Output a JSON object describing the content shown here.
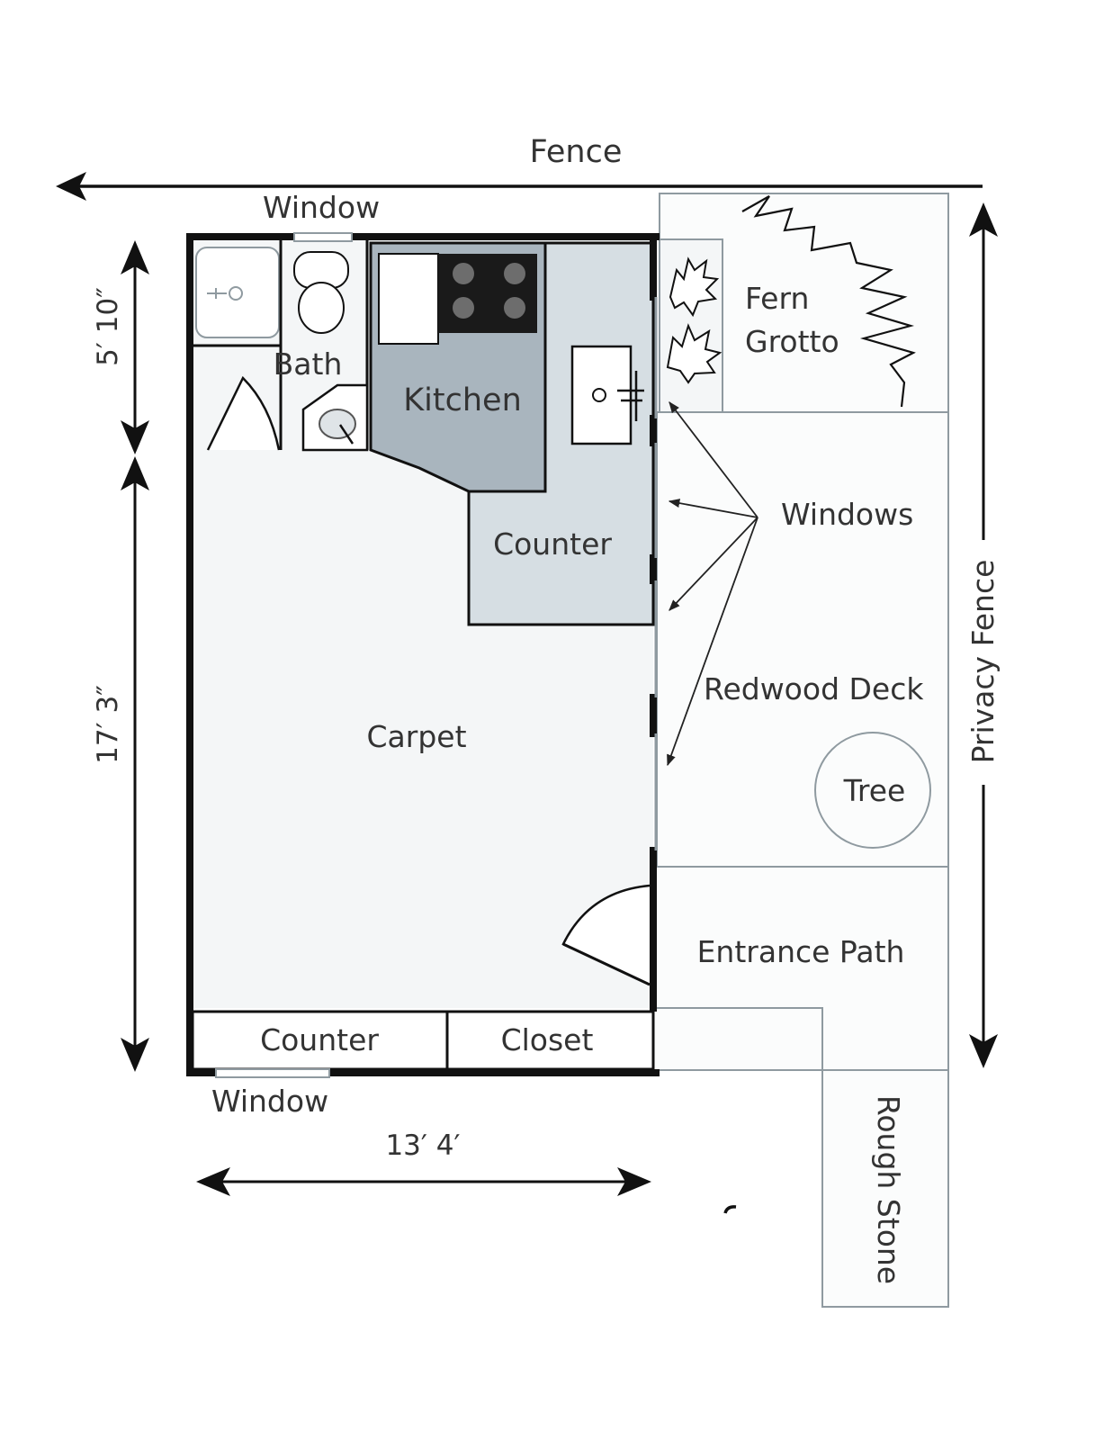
{
  "labels": {
    "fence": "Fence",
    "window_top": "Window",
    "window_bottom": "Window",
    "fern_line1": "Fern",
    "fern_line2": "Grotto",
    "bath": "Bath",
    "kitchen": "Kitchen",
    "windows": "Windows",
    "counter_upper": "Counter",
    "privacy_fence": "Privacy Fence",
    "redwood_deck": "Redwood Deck",
    "carpet": "Carpet",
    "tree": "Tree",
    "entrance_path": "Entrance Path",
    "counter_lower": "Counter",
    "closet": "Closet",
    "rough_stone": "Rough Stone"
  },
  "dimensions": {
    "upper_height": "5′ 10″",
    "lower_height": "17′ 3″",
    "width": "13′ 4′"
  },
  "colors": {
    "wall": "#111111",
    "outline": "#8f9aa0",
    "kitchen_fill": "#a9b5be",
    "counter_fill": "#d6dee3",
    "room_fill": "#f4f6f7",
    "stove": "#1a1a1a",
    "burner": "#6d6d6d"
  }
}
